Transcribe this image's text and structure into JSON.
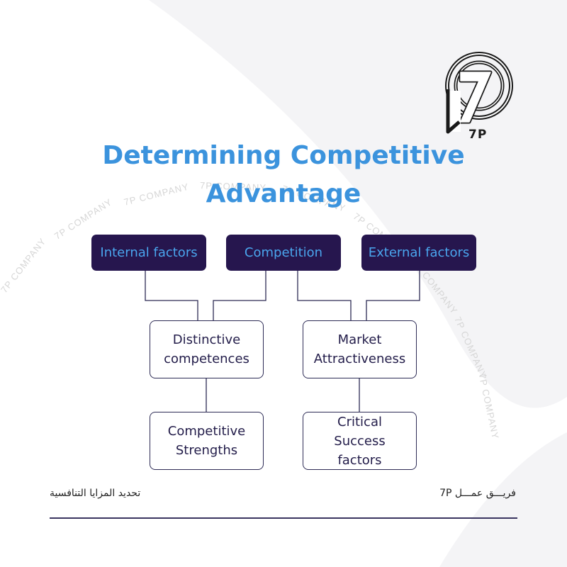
{
  "title": {
    "line1": "Determining Competitive",
    "line2": "Advantage"
  },
  "logo": {
    "text": "7P",
    "icon": "7p-logo-icon"
  },
  "watermark": {
    "text": "7P COMPANY"
  },
  "diagram": {
    "top": [
      {
        "label": "Internal factors"
      },
      {
        "label": "Competition"
      },
      {
        "label": "External factors"
      }
    ],
    "middle": [
      {
        "lines": [
          "Distinctive",
          "competences"
        ]
      },
      {
        "lines": [
          "Market",
          "Attractiveness"
        ]
      }
    ],
    "bottom": [
      {
        "lines": [
          "Competitive",
          "Strengths"
        ]
      },
      {
        "lines": [
          "Critical",
          "Success",
          "factors"
        ]
      }
    ]
  },
  "footer": {
    "left": "تحديد المزايا التنافسية",
    "right": "فريـــق عمـــل 7P"
  },
  "colors": {
    "title": "#3b93dd",
    "box_dark": "#26164e",
    "box_text_light": "#4aa6ee",
    "box_text_dark": "#231d4a"
  }
}
